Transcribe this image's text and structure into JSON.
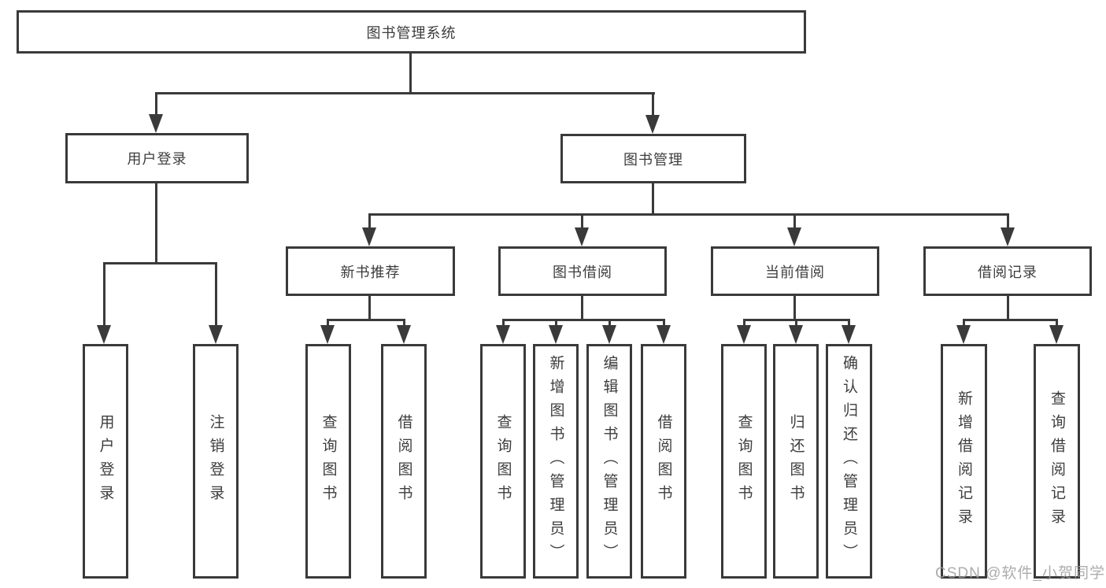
{
  "diagram": {
    "root": {
      "label": "图书管理系统"
    },
    "branches": {
      "user_login": {
        "label": "用户登录",
        "children": [
          {
            "label": "用户登录"
          },
          {
            "label": "注销登录"
          }
        ]
      },
      "book_management": {
        "label": "图书管理",
        "sections": [
          {
            "label": "新书推荐",
            "children": [
              {
                "label": "查询图书"
              },
              {
                "label": "借阅图书"
              }
            ]
          },
          {
            "label": "图书借阅",
            "children": [
              {
                "label": "查询图书"
              },
              {
                "label": "新增图书（管理员）"
              },
              {
                "label": "编辑图书（管理员）"
              },
              {
                "label": "借阅图书"
              }
            ]
          },
          {
            "label": "当前借阅",
            "children": [
              {
                "label": "查询图书"
              },
              {
                "label": "归还图书"
              },
              {
                "label": "确认归还（管理员）"
              }
            ]
          },
          {
            "label": "借阅记录",
            "children": [
              {
                "label": "新增借阅记录"
              },
              {
                "label": "查询借阅记录"
              }
            ]
          }
        ]
      }
    },
    "watermark": "CSDN @软件_小贺同学",
    "colors": {
      "line": "#3a3a3a",
      "background": "#ffffff",
      "watermark": "#9e9e9e"
    }
  }
}
